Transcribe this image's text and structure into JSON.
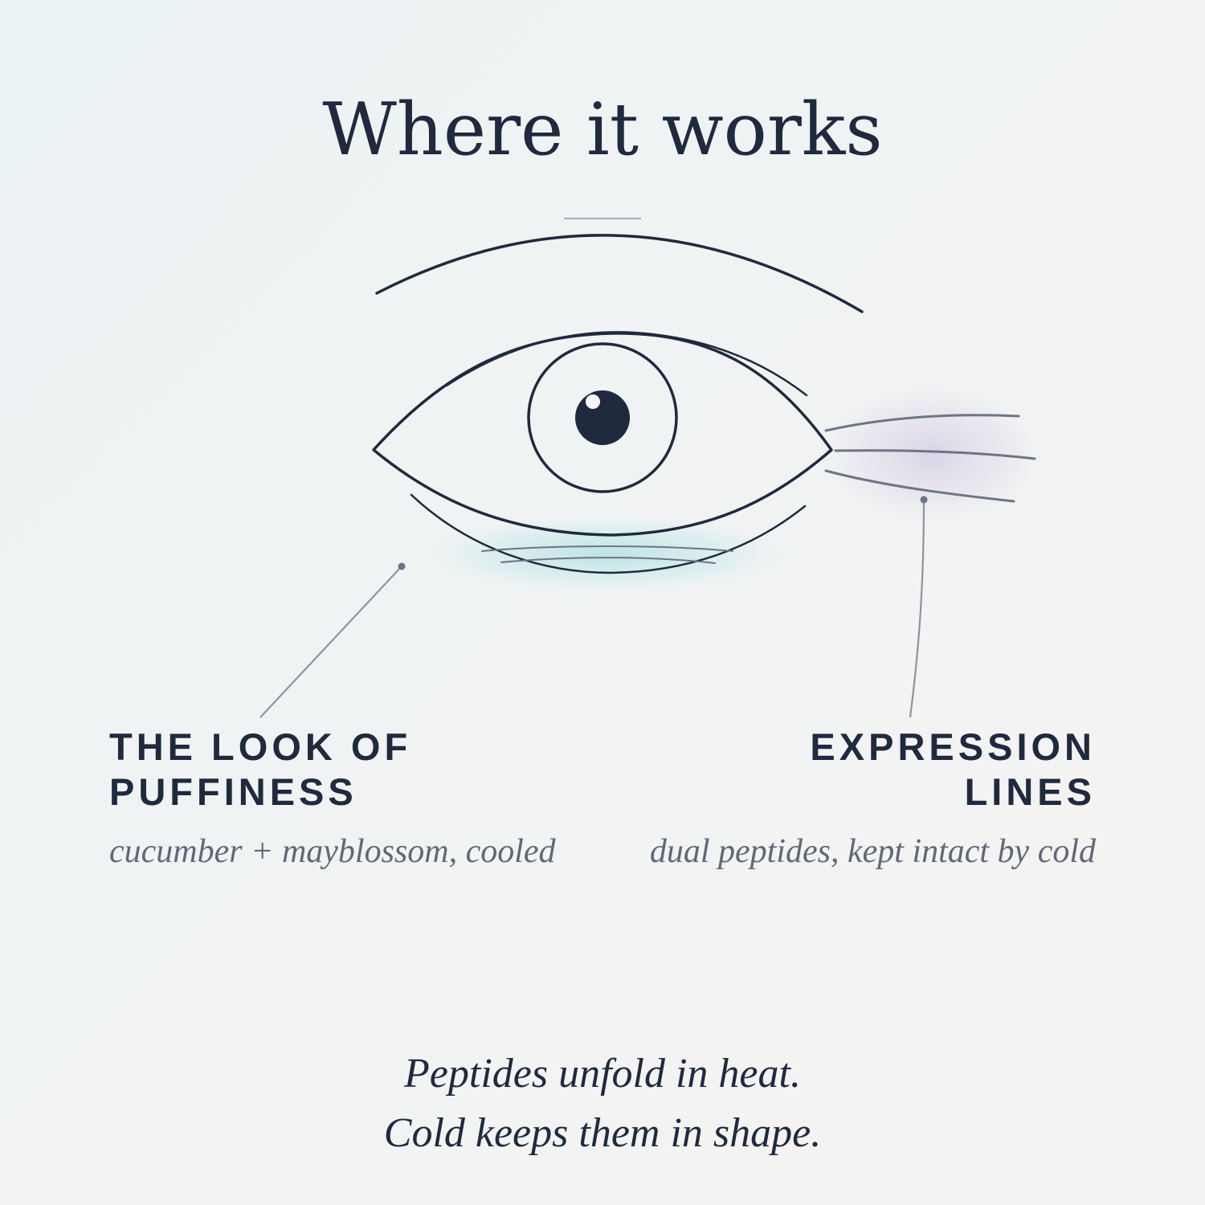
{
  "title": "Where it works",
  "areas": {
    "left": {
      "heading_line1": "THE LOOK OF",
      "heading_line2": "PUFFINESS",
      "description": "cucumber + mayblossom, cooled"
    },
    "right": {
      "heading_line1": "EXPRESSION",
      "heading_line2": "LINES",
      "description": "dual peptides, kept intact by cold"
    }
  },
  "tagline": {
    "line1": "Peptides unfold in heat.",
    "line2": "Cold keeps them in shape."
  },
  "colors": {
    "ink": "#1f2a3e",
    "muted": "#606878",
    "leader": "#8e94a0",
    "puffiness_glow": "#b9e3e6",
    "lines_glow": "#d8d2e6"
  },
  "icons": [
    "eye-icon",
    "eyebrow-icon",
    "pupil-icon"
  ]
}
